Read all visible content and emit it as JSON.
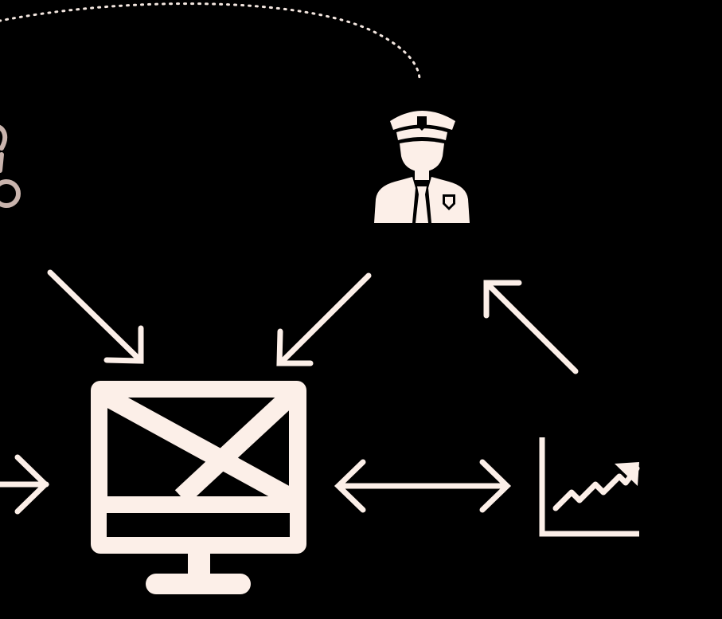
{
  "colors": {
    "background": "#000000",
    "foreground": "#fcefe8",
    "dotted_line": "#f3e6df",
    "partial_icon": "#c9b4ad"
  },
  "icons": {
    "left_partial": "handcuffs-icon",
    "top_right": "police-officer-icon",
    "center": "monitor-envelope-icon",
    "right": "growth-chart-icon"
  },
  "connectors": [
    {
      "from": "top-left",
      "to": "monitor-envelope-icon",
      "style": "arrow"
    },
    {
      "from": "police-officer-icon",
      "to": "monitor-envelope-icon",
      "style": "arrow"
    },
    {
      "from": "growth-chart-icon",
      "to": "police-officer-icon",
      "style": "arrow"
    },
    {
      "from": "monitor-envelope-icon",
      "to": "growth-chart-icon",
      "style": "double-arrow"
    },
    {
      "from": "left",
      "to": "monitor-envelope-icon",
      "style": "arrow"
    },
    {
      "from": "top-left",
      "to": "police-officer-icon",
      "style": "dotted-curve"
    }
  ]
}
